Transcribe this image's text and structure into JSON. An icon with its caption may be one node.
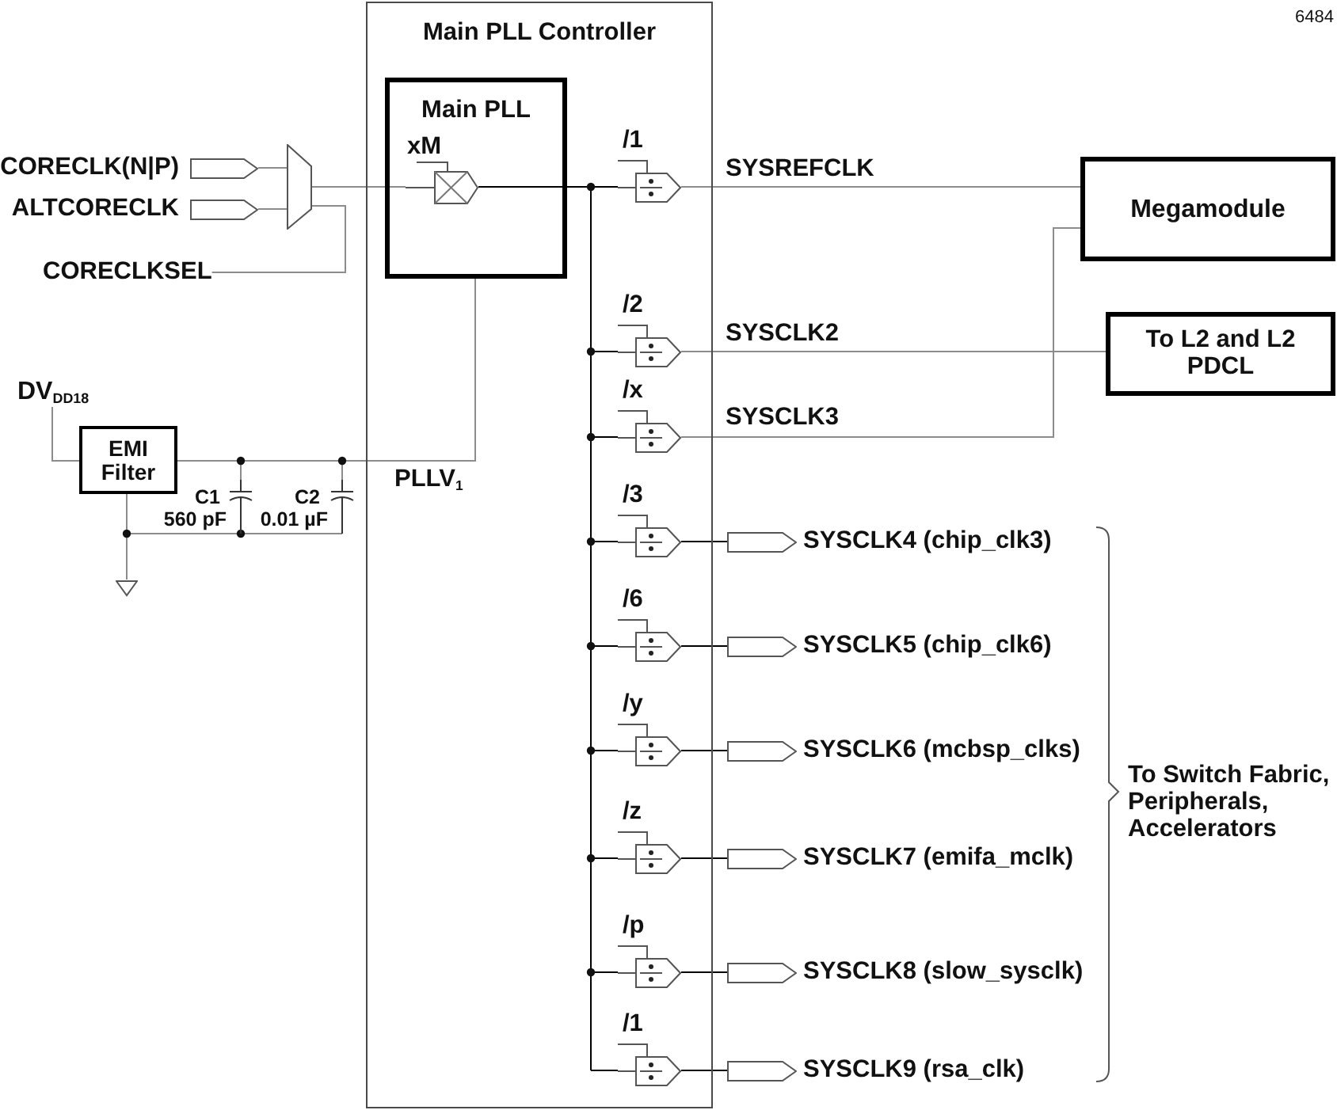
{
  "diagram": {
    "nodes": [
      {
        "text": [
          "CORECLK(N|P)"
        ]
      },
      {
        "text": [
          "ALTCORECLK"
        ]
      },
      {
        "text": [
          "CORECLKSEL"
        ]
      },
      {
        "text": [],
        "shape": "trapezoid"
      },
      {
        "text": [
          "Main PLL Controller"
        ]
      },
      {
        "text": [
          "Main PLL"
        ],
        "in": 4
      },
      {
        "text": [
          "xM"
        ],
        "in": 5
      },
      {
        "text": [
          "/1"
        ],
        "in": 4
      },
      {
        "text": [
          "/2"
        ],
        "in": 4
      },
      {
        "text": [
          "/x"
        ],
        "in": 4
      },
      {
        "text": [
          "/3"
        ],
        "in": 4
      },
      {
        "text": [
          "/6"
        ],
        "in": 4
      },
      {
        "text": [
          "/y"
        ],
        "in": 4
      },
      {
        "text": [
          "/z"
        ],
        "in": 4
      },
      {
        "text": [
          "/p"
        ],
        "in": 4
      },
      {
        "text": [
          "/1"
        ],
        "in": 4
      },
      {
        "text": [
          "Megamodule"
        ]
      },
      {
        "text": [
          "To L2 and L2 PDCL"
        ]
      },
      {
        "text": [
          "SYSCLK4 (chip_clk3)"
        ]
      },
      {
        "text": [
          "SYSCLK5 (chip_clk6)"
        ]
      },
      {
        "text": [
          "SYSCLK6 (mcbsp_clks)"
        ]
      },
      {
        "text": [
          "SYSCLK7 (emifa_mclk)"
        ]
      },
      {
        "text": [
          "SYSCLK8 (slow_sysclk)"
        ]
      },
      {
        "text": [
          "SYSCLK9 (rsa_clk)"
        ]
      },
      {
        "text": [
          "DV$_{DD18}$"
        ]
      },
      {
        "text": [
          "EMI Filter"
        ]
      },
      {
        "text": [
          "C1",
          "560 pF"
        ]
      },
      {
        "text": [
          "C2",
          "0.01 µF"
        ]
      },
      {
        "text": [],
        "shape": "triangle"
      }
    ],
    "edges": [
      {
        "from": 0,
        "to": 3,
        "arrow": "none",
        "color": "#8c8c8c"
      },
      {
        "from": 1,
        "to": 3,
        "arrow": "none",
        "color": "#8c8c8c"
      },
      {
        "from": 2,
        "to": 3,
        "arrow": "none",
        "color": "#8c8c8c"
      },
      {
        "from": 3,
        "to": 6,
        "arrow": "none",
        "color": "#8c8c8c"
      },
      {
        "from": 6,
        "to": 7,
        "arrow": "none"
      },
      {
        "from": 6,
        "to": 8,
        "arrow": "none"
      },
      {
        "from": 6,
        "to": 9,
        "arrow": "none"
      },
      {
        "from": 6,
        "to": 10,
        "arrow": "none"
      },
      {
        "from": 6,
        "to": 11,
        "arrow": "none"
      },
      {
        "from": 6,
        "to": 12,
        "arrow": "none"
      },
      {
        "from": 6,
        "to": 13,
        "arrow": "none"
      },
      {
        "from": 6,
        "to": 14,
        "arrow": "none"
      },
      {
        "from": 6,
        "to": 15,
        "arrow": "none"
      },
      {
        "from": 7,
        "to": 16,
        "label": "SYSREFCLK",
        "arrow": "none",
        "color": "#8c8c8c"
      },
      {
        "from": 8,
        "to": 17,
        "label": "SYSCLK2",
        "arrow": "none",
        "color": "#8c8c8c"
      },
      {
        "from": 9,
        "to": 16,
        "label": "SYSCLK3",
        "arrow": "none",
        "color": "#8c8c8c"
      },
      {
        "from": 10,
        "to": 18,
        "arrow": "none"
      },
      {
        "from": 11,
        "to": 19,
        "arrow": "none"
      },
      {
        "from": 12,
        "to": 20,
        "arrow": "none"
      },
      {
        "from": 13,
        "to": 21,
        "arrow": "none"
      },
      {
        "from": 14,
        "to": 22,
        "arrow": "none"
      },
      {
        "from": 15,
        "to": 23,
        "arrow": "none"
      },
      {
        "from": 24,
        "to": 25,
        "arrow": "none",
        "color": "#8c8c8c"
      },
      {
        "from": 25,
        "to": 26,
        "arrow": "none",
        "color": "#8c8c8c"
      },
      {
        "from": 25,
        "to": 27,
        "arrow": "none",
        "color": "#8c8c8c"
      },
      {
        "from": 25,
        "to": 5,
        "label": "PLLV$_{1}$",
        "arrow": "none",
        "color": "#8c8c8c"
      },
      {
        "from": 25,
        "to": 28,
        "arrow": "none",
        "color": "#8c8c8c"
      },
      {
        "from": 26,
        "to": 28,
        "arrow": "none",
        "color": "#8c8c8c"
      },
      {
        "from": 27,
        "to": 28,
        "arrow": "none",
        "color": "#8c8c8c"
      }
    ],
    "labels": [
      "6484",
      "To Switch Fabric, Peripherals, Accelerators"
    ]
  }
}
